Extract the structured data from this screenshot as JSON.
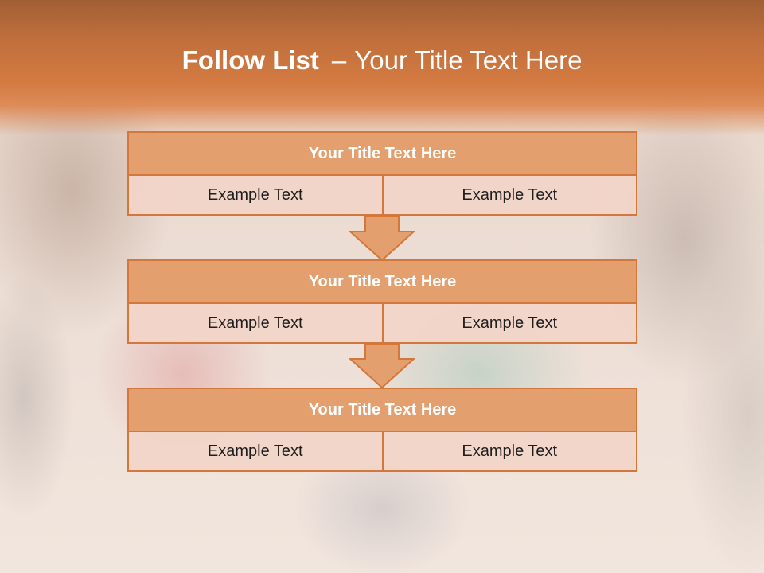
{
  "slide": {
    "title_bold": "Follow List",
    "title_dash": "–",
    "title_rest": "Your Title Text Here"
  },
  "blocks": [
    {
      "header": "Your Title Text Here",
      "left": "Example Text",
      "right": "Example Text"
    },
    {
      "header": "Your Title Text Here",
      "left": "Example Text",
      "right": "Example Text"
    },
    {
      "header": "Your Title Text Here",
      "left": "Example Text",
      "right": "Example Text"
    }
  ],
  "colors": {
    "accent": "#d3773d",
    "header_fill": "#e39f6d",
    "cell_fill": "#f2d5c8",
    "title_band": "#c9733f"
  }
}
